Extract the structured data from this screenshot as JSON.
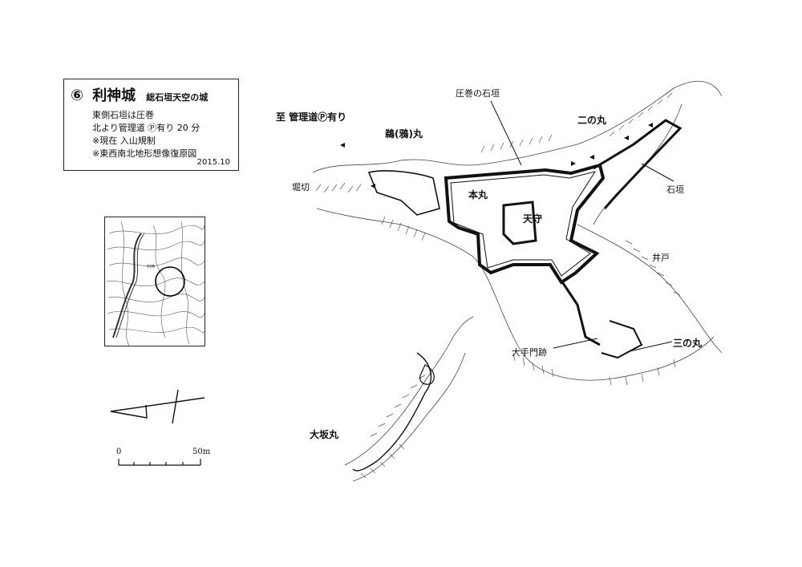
{
  "infobox": {
    "number": "⑥",
    "castle_name": "利神城",
    "subtitle": "総石垣天空の城",
    "notes": [
      "東側石垣は圧巻",
      "北より管理道 Ⓟ有り 20 分",
      "※現在 入山規制",
      "※東西南北地形想像復原図"
    ],
    "date": "2015.10"
  },
  "map_labels": {
    "to_road": "至 管理道Ⓟ有り",
    "karasu_maru": "鵜(鴉)丸",
    "horikiri": "堀切",
    "assaki_ishigaki": "圧巻の石垣",
    "ni_no_maru": "二の丸",
    "ishigaki": "石垣",
    "hon_maru": "本丸",
    "tenshu": "天守",
    "ido": "井戸",
    "otemon_ato": "大手門跡",
    "san_no_maru": "三の丸",
    "osaka_maru": "大坂丸"
  },
  "scale": {
    "start": "0",
    "end": "50m"
  }
}
